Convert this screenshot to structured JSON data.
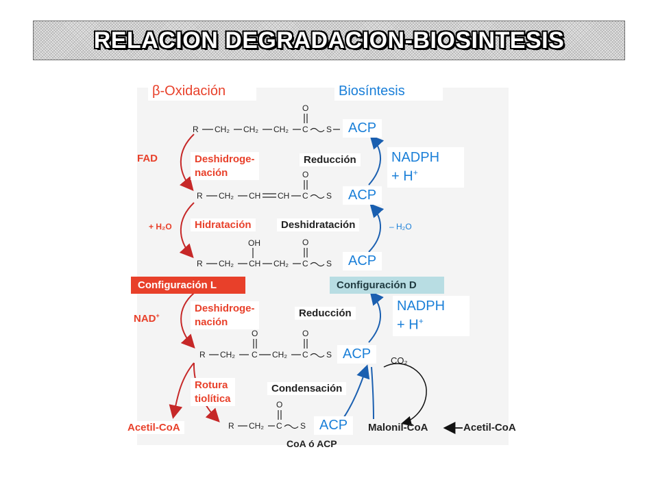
{
  "title": "RELACION DEGRADACION-BIOSINTESIS",
  "sections": {
    "left_beta": "β",
    "left": "-Oxidación",
    "right": "Biosíntesis"
  },
  "left": {
    "fad": "FAD",
    "deshidrogenacion_1a": "Deshidroge-",
    "deshidrogenacion_1b": "nación",
    "h2o_plus": "+ H₂O",
    "hidratacion": "Hidratación",
    "config_l": "Configuración L",
    "nad_base": "NAD",
    "nad_sup": "+",
    "deshidrogenacion_2a": "Deshidroge-",
    "deshidrogenacion_2b": "nación",
    "rotura_a": "Rotura",
    "rotura_b": "tiolítica",
    "acetil_coa": "Acetil-CoA"
  },
  "right": {
    "acp": "ACP",
    "reduccion_1": "Reducción",
    "nadph_line1": "NADPH",
    "nadph_line2_base": "+ H",
    "nadph_sup": "+",
    "deshidratacion": "Deshidratación",
    "h2o_minus": "– H₂O",
    "config_d": "Configuración D",
    "reduccion_2": "Reducción",
    "condensacion": "Condensación",
    "co2": "CO₂",
    "malonil_coa": "Malonil-CoA",
    "acetil_coa": "Acetil-CoA",
    "coa_acp": "CoA ó ACP"
  },
  "structures": {
    "s1": [
      "R",
      "CH₂",
      "CH₂",
      "CH₂",
      "C",
      "S"
    ],
    "s2": [
      "R",
      "CH₂",
      "CH",
      "CH",
      "C",
      "S"
    ],
    "s3": [
      "R",
      "CH₂",
      "CH",
      "CH₂",
      "C",
      "S"
    ],
    "s4": [
      "R",
      "CH₂",
      "C",
      "CH₂",
      "C",
      "S"
    ],
    "s5": [
      "R",
      "CH₂",
      "C",
      "S"
    ],
    "oxygen": "O",
    "hydroxyl": "OH"
  },
  "colors": {
    "red": "#e8402a",
    "blue": "#1a7fd8",
    "teal_box": "#b8dde3"
  }
}
